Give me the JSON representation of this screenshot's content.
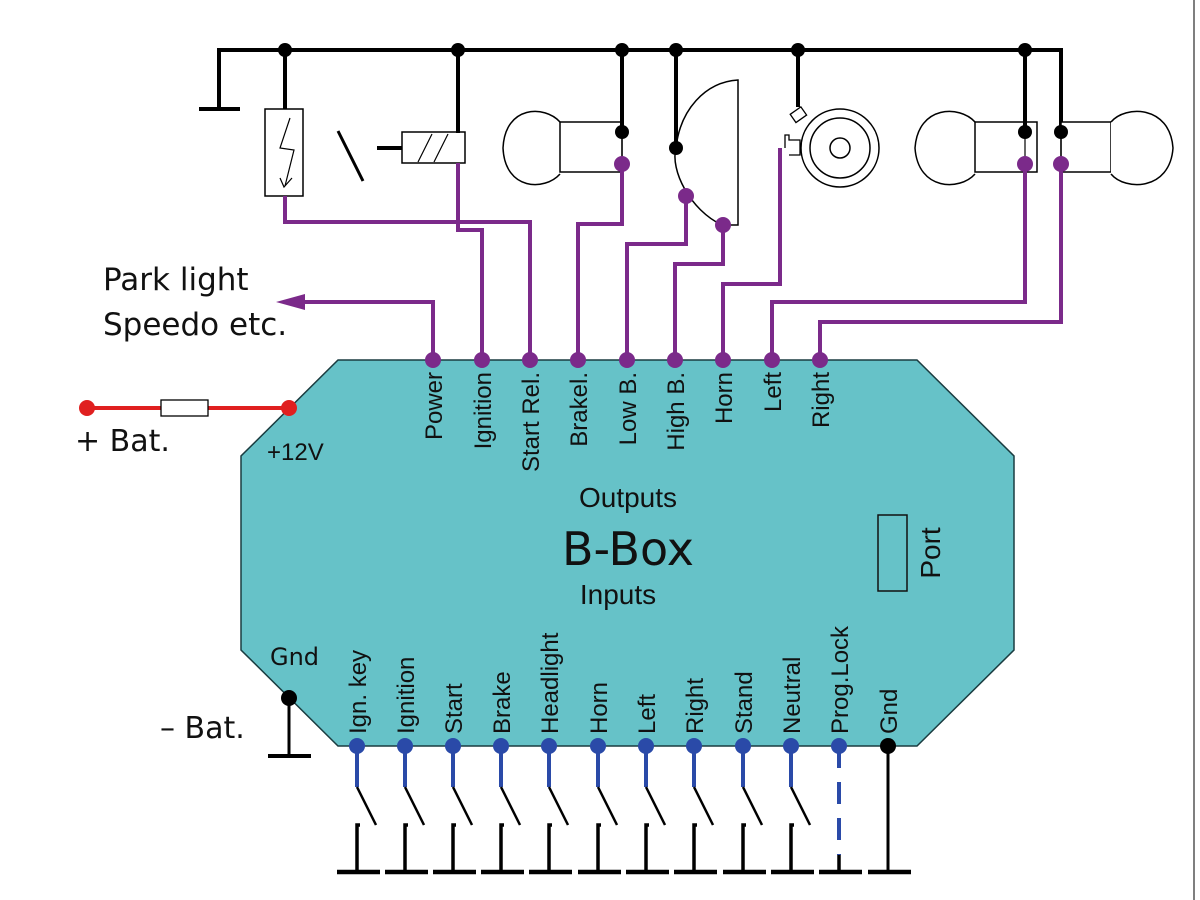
{
  "title": "B-Box",
  "sections": {
    "outputs_label": "Outputs",
    "inputs_label": "Inputs",
    "port_label": "Port"
  },
  "power": {
    "plus_bat": "+ Bat.",
    "minus_bat": "– Bat.",
    "v12": "+12V",
    "gnd": "Gnd"
  },
  "annotation": {
    "line1": "Park light",
    "line2": "Speedo etc."
  },
  "outputs": [
    {
      "label": "Power"
    },
    {
      "label": "Ignition"
    },
    {
      "label": "Start Rel."
    },
    {
      "label": "Brakel."
    },
    {
      "label": "Low B."
    },
    {
      "label": "High B."
    },
    {
      "label": "Horn"
    },
    {
      "label": "Left"
    },
    {
      "label": "Right"
    }
  ],
  "inputs": [
    {
      "label": "Ign. key",
      "kind": "switch"
    },
    {
      "label": "Ignition",
      "kind": "switch"
    },
    {
      "label": "Start",
      "kind": "switch"
    },
    {
      "label": "Brake",
      "kind": "switch"
    },
    {
      "label": "Headlight",
      "kind": "switch"
    },
    {
      "label": "Horn",
      "kind": "switch"
    },
    {
      "label": "Left",
      "kind": "switch"
    },
    {
      "label": "Right",
      "kind": "switch"
    },
    {
      "label": "Stand",
      "kind": "switch"
    },
    {
      "label": "Neutral",
      "kind": "switch"
    },
    {
      "label": "Prog.Lock",
      "kind": "jumper"
    },
    {
      "label": "Gnd",
      "kind": "ground"
    }
  ],
  "components": [
    {
      "name": "ignition-coil"
    },
    {
      "name": "starter-relay"
    },
    {
      "name": "brake-light-bulb"
    },
    {
      "name": "headlight"
    },
    {
      "name": "horn"
    },
    {
      "name": "left-indicator-bulb"
    },
    {
      "name": "right-indicator-bulb"
    }
  ],
  "colors": {
    "box_fill": "#66c2c8",
    "output_wire": "#7b2a8a",
    "input_wire": "#2a4aa8",
    "battery_wire": "#e02020",
    "ground_wire": "#000000"
  }
}
